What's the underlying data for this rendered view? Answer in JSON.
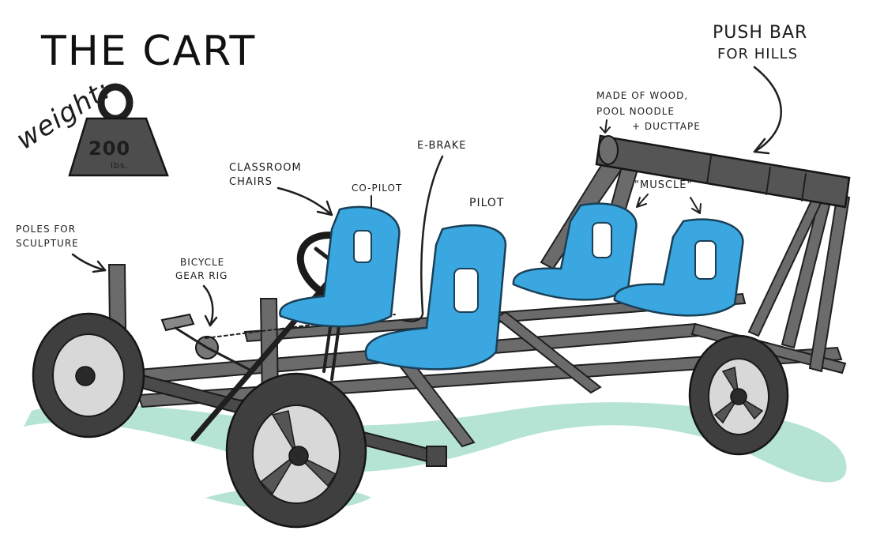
{
  "title": "THE CART",
  "weight": {
    "label": "weight:",
    "value": "200",
    "unit": "lbs."
  },
  "labels": {
    "push_bar_line1": "PUSH BAR",
    "push_bar_line2": "FOR HILLS",
    "made_of_line1": "MADE OF WOOD,",
    "made_of_line2": "POOL NOODLE",
    "made_of_line3": "+ DUCTTAPE",
    "e_brake": "E-BRAKE",
    "classroom_line1": "CLASSROOM",
    "classroom_line2": "CHAIRS",
    "co_pilot": "CO-PILOT",
    "pilot": "PILOT",
    "muscle": "\"MUSCLE\"",
    "poles_line1": "POLES FOR",
    "poles_line2": "SCULPTURE",
    "bicycle_line1": "BICYCLE",
    "bicycle_line2": "GEAR RIG"
  },
  "colors": {
    "seat": "#3aa7e0",
    "ground_shadow": "#9edbc6",
    "frame": "#6b6b6b"
  }
}
